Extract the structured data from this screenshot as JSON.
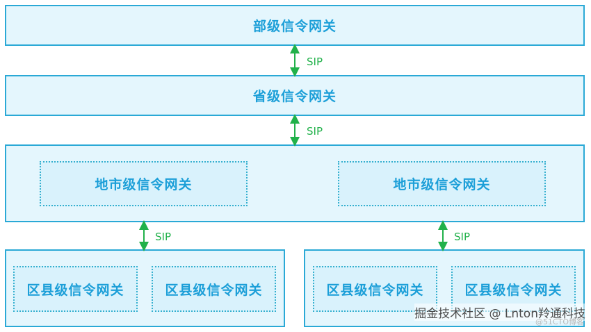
{
  "levels": {
    "ministry": "部级信令网关",
    "province": "省级信令网关",
    "city": [
      "地市级信令网关",
      "地市级信令网关"
    ],
    "county": [
      "区县级信令网关",
      "区县级信令网关",
      "区县级信令网关",
      "区县级信令网关"
    ]
  },
  "links": [
    "SIP",
    "SIP",
    "SIP",
    "SIP"
  ],
  "colors": {
    "box_fill": "#e4f6fd",
    "border": "#2aa9d6",
    "text": "#1c9fd8",
    "arrow": "#21b14a"
  },
  "watermark": "掘金技术社区 @ Lnton羚通科技",
  "watermark_sub": "@51CTO博客"
}
